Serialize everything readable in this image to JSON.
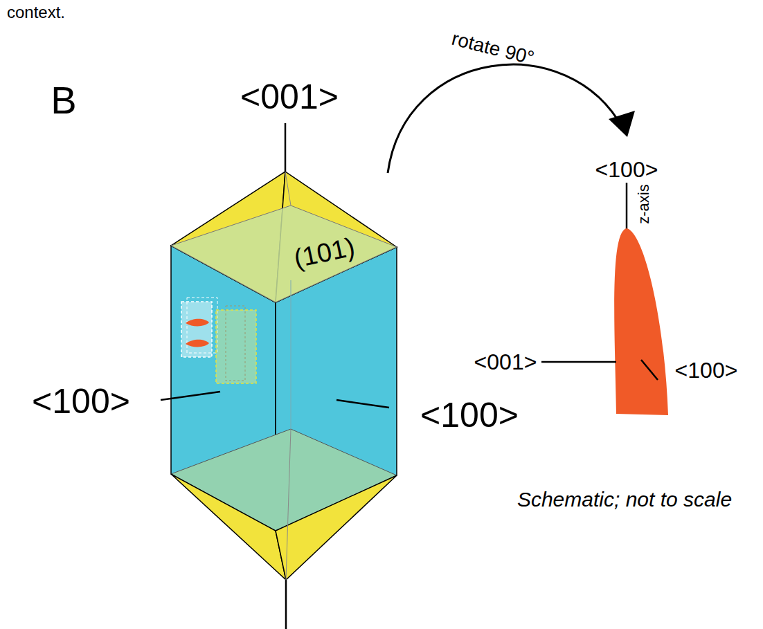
{
  "diagram": {
    "labels": [
      "context.",
      "rotate 90°",
      "B",
      "<001>",
      "(101)",
      "<100>",
      "<100>",
      "<100>",
      "z-axis",
      "<001>",
      "<100>",
      "Schematic; not to scale"
    ]
  }
}
